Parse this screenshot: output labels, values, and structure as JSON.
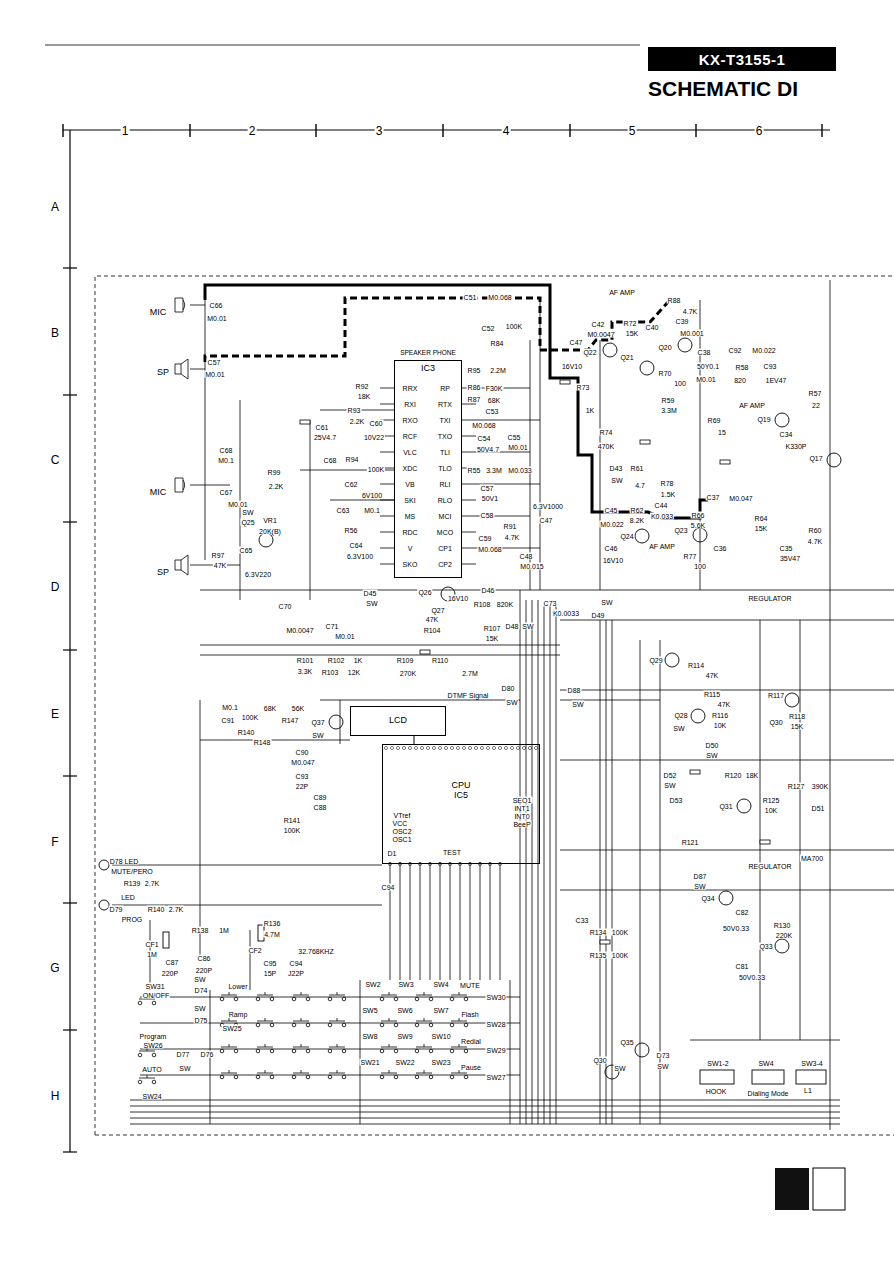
{
  "diagram": {
    "title": "SCHEMATIC DI",
    "nodes": [
      {
        "text": [
          "KX-T3155-1"
        ]
      },
      {
        "text": [
          "SPEAKER PHONE",
          "IC3"
        ]
      },
      {
        "text": [
          "LCD"
        ]
      },
      {
        "text": [
          "CPU",
          "IC5"
        ]
      }
    ],
    "edges": [
      {
        "from": 2,
        "to": 3,
        "arrow": "none"
      }
    ],
    "labels": [
      "1",
      "2",
      "3",
      "4",
      "5",
      "6",
      "A",
      "B",
      "C",
      "D",
      "E",
      "F",
      "G",
      "H",
      "MIC",
      "SP",
      "MIC",
      "SP",
      "C66",
      "M0.01",
      "C57",
      "M0.01",
      "C68",
      "M0.1",
      "C67",
      "M0.01",
      "R99",
      "2.2K",
      "VR1",
      "20K(B)",
      "Q25",
      "SW",
      "R97",
      "47K",
      "C65",
      "6.3V220",
      "R92",
      "18K",
      "R93",
      "2.2K",
      "C61",
      "25V4.7",
      "C60",
      "10V22",
      "C68",
      "R94",
      "100K",
      "C62",
      "6V100",
      "C63",
      "M0.1",
      "R56",
      "C64",
      "6.3V100",
      "RRX",
      "RXI",
      "RXO",
      "RCF",
      "VLC",
      "XDC",
      "VB",
      "SKI",
      "MS",
      "RDC",
      "V",
      "SKO",
      "RP",
      "RTX",
      "TXI",
      "TXO",
      "TLI",
      "TLO",
      "RLI",
      "RLO",
      "MCI",
      "MCO",
      "CP1",
      "CP2",
      "R95",
      "2.2M",
      "R86",
      "F30K",
      "R87",
      "68K",
      "C53",
      "M0.068",
      "C54",
      "50V4.7",
      "C55",
      "M0.01",
      "R55",
      "3.3M",
      "M0.033",
      "C57",
      "50V1",
      "C58",
      "C59",
      "M0.068",
      "R91",
      "4.7K",
      "C48",
      "M0.015",
      "C47",
      "6.3V1000",
      "C51",
      "M0.068",
      "C52",
      "R84",
      "100K",
      "16V10",
      "C47",
      "R73",
      "1K",
      "AF AMP",
      "C42",
      "M0.0047",
      "R72",
      "15K",
      "C40",
      "R88",
      "4.7K",
      "C39",
      "M0.001",
      "Q22",
      "Q21",
      "Q20",
      "C38",
      "50Y0.1",
      "R70",
      "100",
      "M0.01",
      "R59",
      "3.3M",
      "C92",
      "M0.022",
      "C93",
      "1EV47",
      "R58",
      "R57",
      "22",
      "AF AMP",
      "Q19",
      "C34",
      "K330P",
      "Q17",
      "R69",
      "15",
      "820",
      "R74",
      "470K",
      "D43",
      "R61",
      "4.7",
      "SW",
      "R78",
      "1.5K",
      "C37",
      "M0.047",
      "C45",
      "M0.022",
      "R62",
      "8.2K",
      "C44",
      "K0.033",
      "Q24",
      "Q23",
      "AF AMP",
      "C46",
      "16V10",
      "R77",
      "100",
      "C36",
      "R64",
      "15K",
      "C35",
      "35V47",
      "REGULATOR",
      "R60",
      "4.7K",
      "R66",
      "5.6K",
      "D45",
      "SW",
      "Q26",
      "Q27",
      "16V10",
      "D46",
      "R108",
      "820K",
      "C73",
      "K0.0033",
      "C70",
      "M0.0047",
      "C71",
      "M0.01",
      "R104",
      "47K",
      "R107",
      "15K",
      "D48",
      "SW",
      "D49",
      "SW",
      "R101",
      "3.3K",
      "R102",
      "1K",
      "R103",
      "12K",
      "R109",
      "270K",
      "R110",
      "2.7M",
      "DTMF Signal",
      "D80",
      "SW",
      "D88",
      "SW",
      "C91",
      "M0.1",
      "R140",
      "100K",
      "68K",
      "R148",
      "R147",
      "56K",
      "Q37",
      "SW",
      "C90",
      "M0.047",
      "C93",
      "22P",
      "C89",
      "C88",
      "R141",
      "100K",
      "VTref",
      "VCC",
      "OSC2",
      "OSC1",
      "D1",
      "SEO1",
      "INT1",
      "INT0",
      "BeeP",
      "TEST",
      "D78 LED",
      "MUTE/PERO",
      "R139",
      "2.7K",
      "LED",
      "D79",
      "PROG",
      "R140",
      "2.7K",
      "CF1",
      "1M",
      "C87",
      "220P",
      "C86",
      "220P",
      "R138",
      "1M",
      "R136",
      "4.7M",
      "CF2",
      "32.768KHZ",
      "C95",
      "15P",
      "C94",
      "J22P",
      "C94",
      "SW31",
      "ON/OFF",
      "SW",
      "D74",
      "Lower",
      "Ramp",
      "SW",
      "D75",
      "SW25",
      "Program",
      "SW26",
      "D77",
      "D76",
      "AUTO",
      "SW",
      "SW24",
      "SW2",
      "SW3",
      "SW4",
      "MUTE",
      "SW30",
      "SW5",
      "SW6",
      "SW7",
      "Flash",
      "SW28",
      "SW8",
      "SW9",
      "SW10",
      "Redial",
      "SW29",
      "SW21",
      "SW22",
      "SW23",
      "Pause",
      "SW27",
      "Q30",
      "Q35",
      "SW",
      "D73",
      "SW",
      "SW1-2",
      "HOOK",
      "SW4",
      "Dialing Mode",
      "SW3-4",
      "L1",
      "R134",
      "100K",
      "R135",
      "100K",
      "C33",
      "Q29",
      "R114",
      "47K",
      "Q28",
      "SW",
      "R115",
      "47K",
      "R116",
      "10K",
      "Q30",
      "R117",
      "R118",
      "15K",
      "D50",
      "SW",
      "D52",
      "SW",
      "D53",
      "Q31",
      "R120",
      "18K",
      "R127",
      "390K",
      "R125",
      "10K",
      "D51",
      "R121",
      "REGULATOR",
      "MA700",
      "D87",
      "SW",
      "Q34",
      "C82",
      "50V0.33",
      "R130",
      "220K",
      "Q33",
      "C81",
      "50V0.33"
    ]
  }
}
